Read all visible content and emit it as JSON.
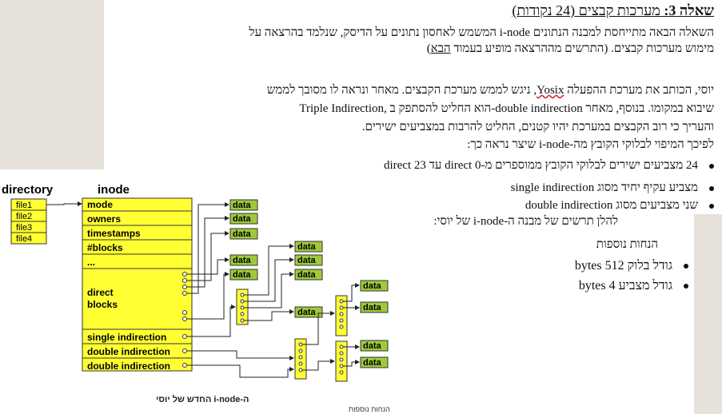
{
  "question": {
    "title_bold": "שאלה 3:",
    "title_rest": " מערכות קבצים (24 נקודות)",
    "intro_1": "השאלה הבאה מתייחסת למבנה הנתונים i-node המשמש לאחסון נתונים על הדיסק, שנלמד בהרצאה על",
    "intro_2a": "מימוש מערכות קבצים. (התרשים מההרצאה מופיע בעמוד ",
    "intro_2b": "הבא",
    "intro_2c": ")",
    "para_1a": "יוסי, הכותב את מערכת ההפעלה ",
    "para_1b": "Yosix",
    "para_1c": ", ניגש לממש מערכת הקבצים. מאחר ונראה לו מסובך לממש",
    "para_2": "Triple Indirection, הוא החליט להסתפק ב-double indirection שיבוא במקומו. בנוסף, מאחר",
    "para_3": "והעריך כי רוב הקבצים במערכת יהיו קטנים, החליט להרבות במצביעים ישירים.",
    "para_4": "לפיכך המיפוי לבלוקי הקובץ מה-i-node שיצר נראה כך:",
    "bullets": [
      "24 מצביעים ישירים לבלוקי הקובץ ממוספרים מ-direct 0 עד direct 23",
      "מצביע עקיף יחיד מסוג single indirection",
      "שני מצביעים מסוג double indirection"
    ],
    "after_bullets": "להלן תרשים של מבנה ה-i-node של יוסי:"
  },
  "assumptions": {
    "heading": "הנחות נוספות",
    "items": [
      "גודל בלוק 512 bytes",
      "גודל מצביע 4 bytes"
    ]
  },
  "diagram": {
    "directory_label": "directory",
    "inode_label": "inode",
    "files": [
      "file1",
      "file2",
      "file3",
      "file4"
    ],
    "inode_fields": [
      "mode",
      "owners",
      "timestamps",
      "#blocks",
      "...",
      "direct blocks",
      "single indirection",
      "double indirection",
      "double indirection"
    ],
    "data_label": "data",
    "caption": "ה-i-node החדש של יוסי",
    "caption_cut": "הנחות נוספות"
  },
  "colors": {
    "inode_fill": "#ffff33",
    "data_fill": "#9ec93b"
  }
}
